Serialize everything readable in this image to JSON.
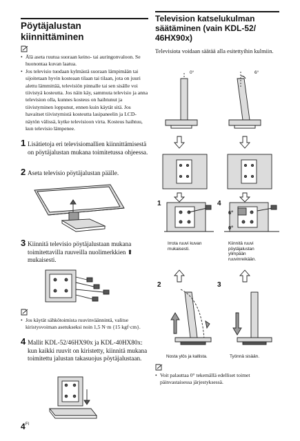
{
  "left": {
    "title_line1": "Pöytäjalustan",
    "title_line2": "kiinnittäminen",
    "notes": [
      "Älä aseta ruutua suoraan keino- tai auringonvaloon. Se huonontaa kuvan laatua.",
      "Jos televisio tuodaan kylmästä suoraan lämpimään tai sijoitetaan hyvin kosteaan tilaan tai tilaan, jota on juuri alettu lämmittää, televisiön pinnalle tai sen sisälle voi tiivistyä kosteutta. Jos näin käy, sammuta televisio ja anna television olla, kunnes kosteus on haihtunut ja tiivistyminen loppunut, ennen kuin käytät sitä. Jos havaitset tiivistymistä kosteutta lasipaneelin ja LCD-näytön välissä, kytke televisioon virta. Kosteus haihtuu, kun televisio lämpenee."
    ],
    "steps": [
      {
        "num": "1",
        "text": "Lisätietoja eri televisiomallien kiinnittämisestä on pöytäjalustan mukana toimitetussa ohjeessa."
      },
      {
        "num": "2",
        "text": "Aseta televisio pöytäjalustan päälle."
      },
      {
        "num": "3",
        "text": "Kiinnitä televisio pöytäjalustaan mukana toimitettavilla ruuveilla nuolimerkkien ⬆ mukaisesti."
      },
      {
        "num": "4",
        "text": "Mallit KDL-52/46HX90x ja KDL-40HX80x: kun kaikki ruuvit on kiristetty, kiinnitä mukana toimitettu jalustan takasuojus pöytäjalustaan."
      }
    ],
    "note2": "Jos käytät sähkötoimista ruuvinväännintä, valitse kiristysvoiman asetukseksi noin 1,5 N·m {15 kgf·cm}."
  },
  "right": {
    "title_line1": "Television katselukulman",
    "title_line2": "säätäminen (vain KDL-52/",
    "title_line3": "46HX90x)",
    "intro": "Televisiota voidaan säätää alla esitettyihin kulmiin.",
    "angle_0": "0°",
    "angle_6": "6°",
    "label_6": "6°",
    "label_0": "0°",
    "panels": [
      {
        "num": "1",
        "caption_line1": "Irrota ruuvi kuvan",
        "caption_line2": "mukaisesti."
      },
      {
        "num": "4",
        "caption_line1": "Kiinnitä ruuvi",
        "caption_line2": "pöytäjalustan",
        "caption_line3": "ylimpään",
        "caption_line4": "ruuvinreikään."
      },
      {
        "num": "2",
        "caption": "Nosta ylös ja kallista."
      },
      {
        "num": "3",
        "caption": "Työnnä sisään."
      }
    ],
    "note": "Voit palauttaa 0° tekemällä edelliset toimet päinvastaisessa järjestyksessä."
  },
  "footer": {
    "page_number": "4",
    "page_suffix": "FI"
  }
}
